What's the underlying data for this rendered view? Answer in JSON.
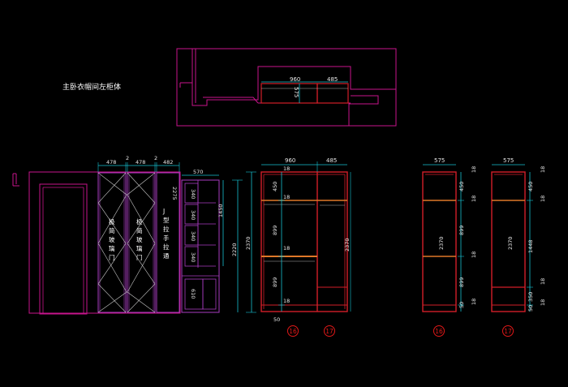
{
  "title": "主卧衣帽间左柜体",
  "colors": {
    "background": "#000000",
    "wall": "#c8148c",
    "cabinet": "#d21e28",
    "dimension": "#17c0d0",
    "dimension_text": "#e8e8e8",
    "shelf_highlight": "#e07828",
    "panel_outline": "#a83cc0",
    "panel_text": "#ffffff",
    "callout": "#e01818"
  },
  "plan": {
    "dims": [
      "960",
      "485",
      "575"
    ]
  },
  "front_elevation": {
    "top_dims": [
      "478",
      "2",
      "478",
      "2",
      "482"
    ],
    "door_labels": {
      "left": "极简玻璃门",
      "right": "极简玻璃门",
      "pull": "J型拉手拉通"
    },
    "side_width": "570",
    "rack_dims": [
      "340",
      "340",
      "340",
      "340"
    ],
    "rack_total": "1450",
    "drawer_height": "610",
    "rotated_2275": "2275",
    "height_2220": "2220",
    "height_2370": "2370"
  },
  "cabinet_elevation": {
    "top_dims": [
      "960",
      "485"
    ],
    "left_dims": [
      "450",
      "899",
      "899",
      "50"
    ],
    "shelf_thickness": "18",
    "total_height": "2370",
    "callouts": [
      "16",
      "17"
    ]
  },
  "side_16": {
    "width": "575",
    "dims": [
      "450",
      "899",
      "899",
      "50"
    ],
    "shelf_thickness": "18",
    "height": "2370",
    "callout": "16"
  },
  "side_17": {
    "width": "575",
    "dims": [
      "450",
      "1448",
      "350",
      "50"
    ],
    "shelf_thickness": "18",
    "height": "2370",
    "callout": "17"
  }
}
